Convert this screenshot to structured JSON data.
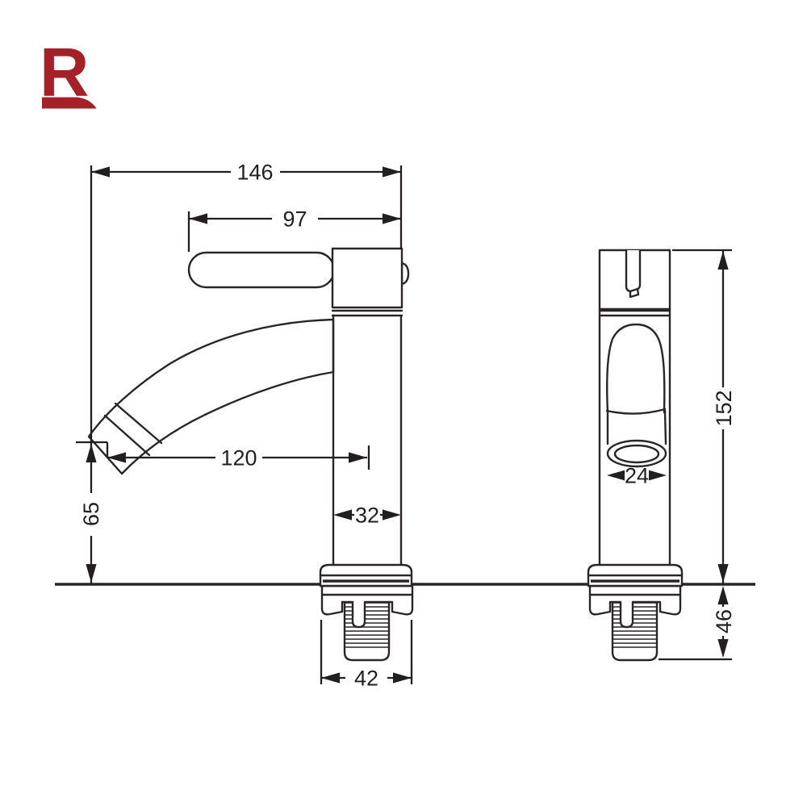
{
  "logo": {
    "letter": "R",
    "color": "#a32127"
  },
  "drawing": {
    "line_color": "#2a2526",
    "description": "basin faucet technical drawing, side view and front view on mounting deck",
    "dimensions": {
      "total_length": "146",
      "handle_length": "97",
      "spout_reach": "120",
      "outlet_height": "65",
      "body_width": "32",
      "base_width": "42",
      "total_height": "152",
      "outlet_diameter": "24",
      "thread_length": "46"
    }
  }
}
